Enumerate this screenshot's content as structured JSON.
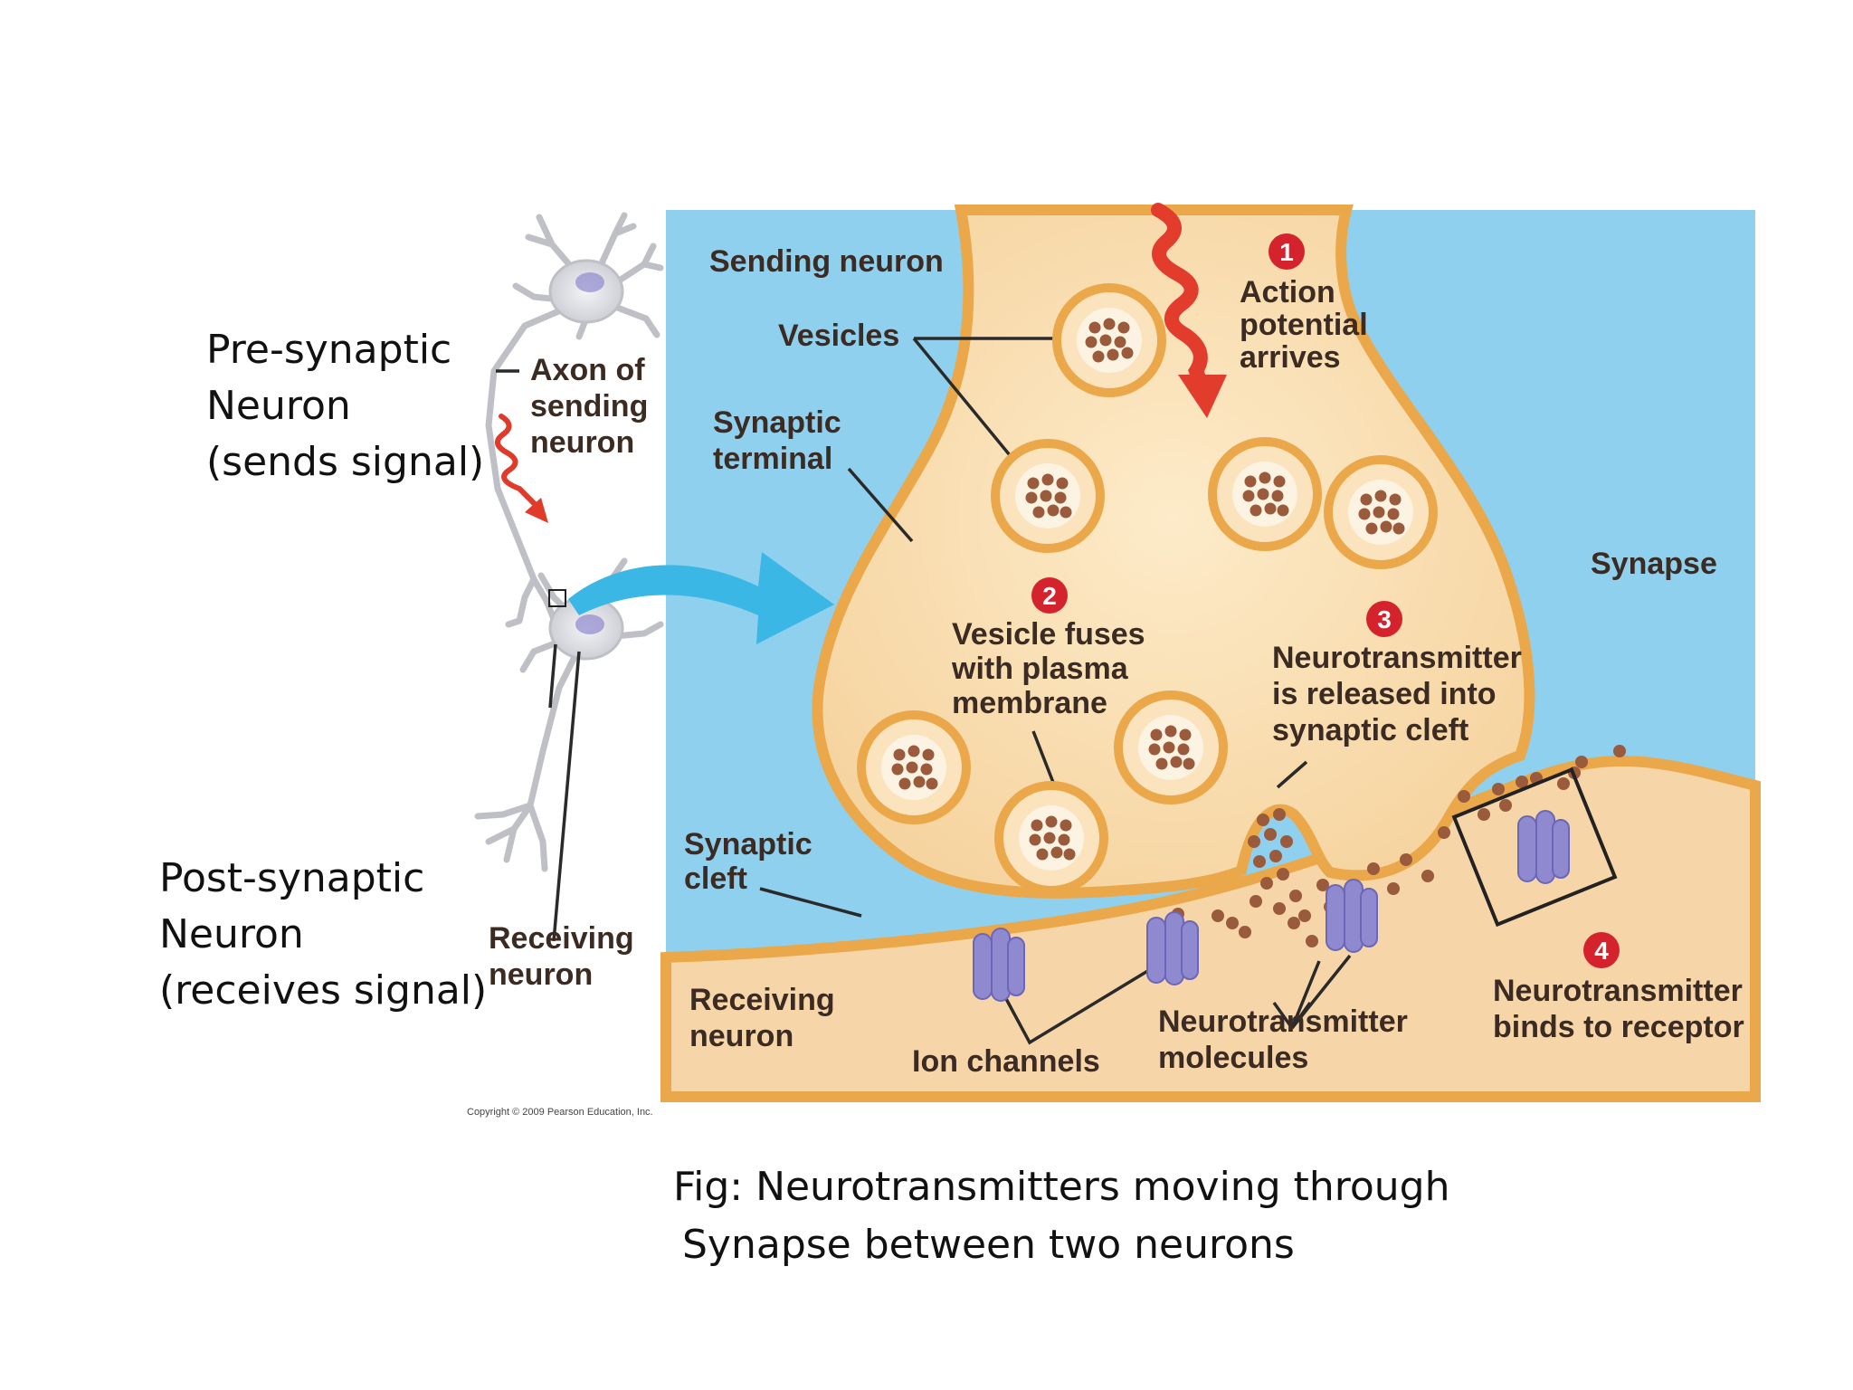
{
  "slide": {
    "pre_label": [
      "Pre-synaptic",
      "Neuron",
      "(sends signal)"
    ],
    "post_label": [
      "Post-synaptic",
      "Neuron",
      "(receives signal)"
    ],
    "caption": [
      "Fig: Neurotransmitters moving through",
      "Synapse between two neurons"
    ]
  },
  "figure": {
    "labels": {
      "axon": [
        "Axon of",
        "sending",
        "neuron"
      ],
      "receiving_small": [
        "Receiving",
        "neuron"
      ],
      "sending_neuron": "Sending neuron",
      "vesicles": "Vesicles",
      "synaptic_terminal": [
        "Synaptic",
        "terminal"
      ],
      "synaptic_cleft": [
        "Synaptic",
        "cleft"
      ],
      "receiving_neuron": [
        "Receiving",
        "neuron"
      ],
      "ion_channels": "Ion channels",
      "nt_molecules": [
        "Neurotransmitter",
        "molecules"
      ],
      "synapse": "Synapse"
    },
    "steps": [
      {
        "number": "1",
        "text": [
          "Action",
          "potential",
          "arrives"
        ]
      },
      {
        "number": "2",
        "text": [
          "Vesicle fuses",
          "with plasma",
          "membrane"
        ]
      },
      {
        "number": "3",
        "text": [
          "Neurotransmitter",
          "is released into",
          "synaptic cleft"
        ]
      },
      {
        "number": "4",
        "text": [
          "Neurotransmitter",
          "binds to receptor"
        ]
      }
    ],
    "copyright": "Copyright © 2009 Pearson Education, Inc.",
    "colors": {
      "background_blue": "#8fd0ef",
      "terminal_fill": "#f8ddb0",
      "membrane": "#eba84a",
      "neurotransmitter": "#9a5a3c",
      "receptor": "#8f89cf",
      "marker_red": "#d4232c",
      "arrow_blue": "#3bb7e6"
    }
  }
}
